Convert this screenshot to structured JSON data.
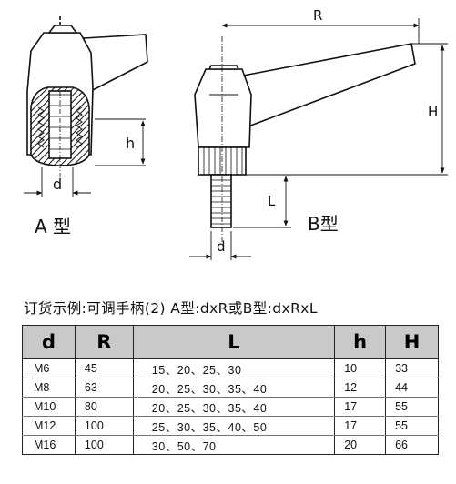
{
  "drawing": {
    "type_a_label": "A 型",
    "type_b_label": "B型",
    "dim_d_a": "d",
    "dim_h": "h",
    "dim_R": "R",
    "dim_H": "H",
    "dim_L": "L",
    "dim_d_b": "d"
  },
  "order_note": "订货示例:可调手柄(2) A型:dxR或B型:dxRxL",
  "table": {
    "headers": [
      "d",
      "R",
      "L",
      "h",
      "H"
    ],
    "rows": [
      [
        "M6",
        "45",
        "15、20、25、30",
        "10",
        "33"
      ],
      [
        "M8",
        "63",
        "20、25、30、35、40",
        "12",
        "44"
      ],
      [
        "M10",
        "80",
        "20、25、30、35、40",
        "17",
        "55"
      ],
      [
        "M12",
        "100",
        "25、30、35、40、50",
        "17",
        "55"
      ],
      [
        "M16",
        "100",
        "30、50、70",
        "20",
        "66"
      ]
    ]
  }
}
